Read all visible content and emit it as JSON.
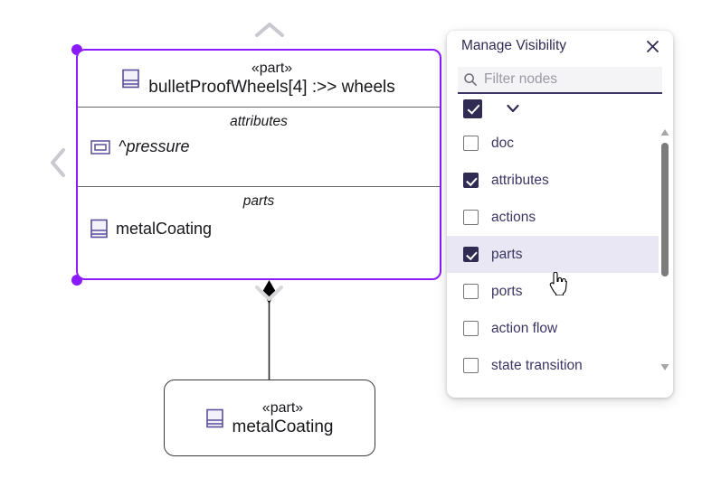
{
  "diagram": {
    "chevron_up_icon": "chevron-up",
    "chevron_left_icon": "chevron-left",
    "wheels_node": {
      "stereotype": "«part»",
      "name": "bulletProofWheels[4] :>> wheels",
      "icon": "part-block-icon",
      "compartments": [
        {
          "label": "attributes",
          "items": [
            {
              "icon": "attribute-icon",
              "text": "^pressure",
              "italic": true
            }
          ]
        },
        {
          "label": "parts",
          "items": [
            {
              "icon": "part-block-icon",
              "text": "metalCoating",
              "italic": false
            }
          ]
        }
      ],
      "selected": true,
      "selection_color": "#8c1aff"
    },
    "composition_edge": {
      "end_marker": "filled-diamond",
      "color": "#000000"
    },
    "metal_node": {
      "stereotype": "«part»",
      "name": "metalCoating",
      "icon": "part-block-icon"
    }
  },
  "panel": {
    "title": "Manage Visibility",
    "close_icon": "close-icon",
    "search": {
      "icon": "search-icon",
      "value": "",
      "placeholder": "Filter nodes"
    },
    "select_all": {
      "checked": true,
      "expander_icon": "chevron-down-icon"
    },
    "options": [
      {
        "label": "doc",
        "checked": false,
        "hover": false
      },
      {
        "label": "attributes",
        "checked": true,
        "hover": false
      },
      {
        "label": "actions",
        "checked": false,
        "hover": false
      },
      {
        "label": "parts",
        "checked": true,
        "hover": true
      },
      {
        "label": "ports",
        "checked": false,
        "hover": false
      },
      {
        "label": "action flow",
        "checked": false,
        "hover": false
      },
      {
        "label": "state transition",
        "checked": false,
        "hover": false
      }
    ],
    "scrollbar": {
      "up_icon": "scroll-up-arrow-icon",
      "down_icon": "scroll-down-arrow-icon"
    }
  },
  "colors": {
    "accent_purple": "#8c1aff",
    "panel_text": "#3b3663",
    "checkbox_fill": "#2f2b52",
    "hover_row": "#e8e7f3"
  },
  "cursor": {
    "icon": "pointer-hand-cursor"
  }
}
